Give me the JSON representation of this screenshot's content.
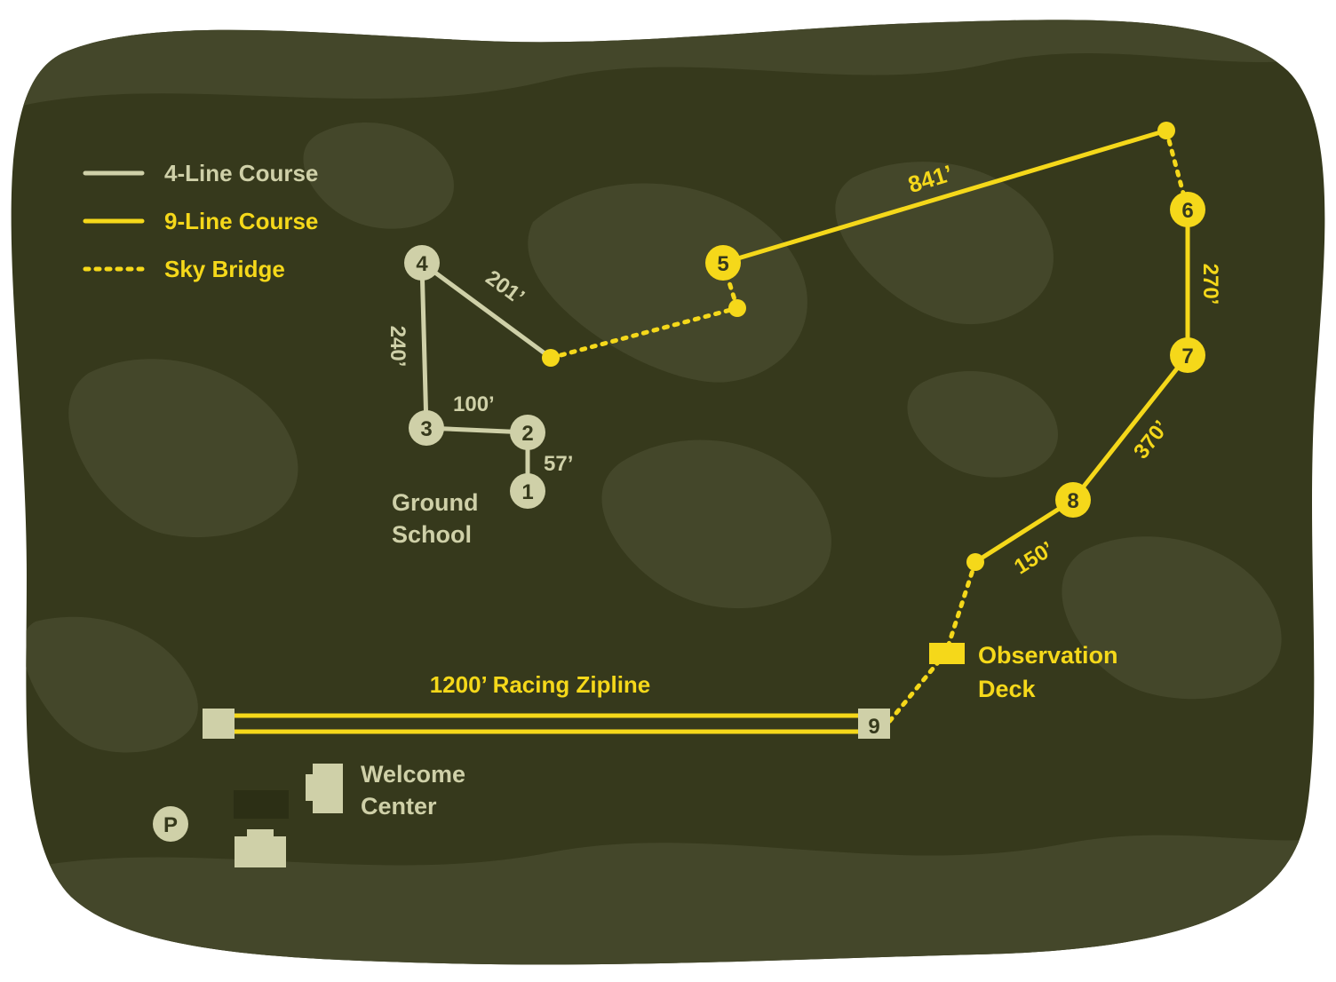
{
  "colors": {
    "background": "#36391c",
    "contour": "#44472a",
    "four_line": "#cfd0a8",
    "nine_line": "#f5d81a",
    "node_text": "#36391c"
  },
  "legend": {
    "four_line_label": "4-Line Course",
    "nine_line_label": "9-Line Course",
    "sky_bridge_label": "Sky Bridge"
  },
  "four_line": {
    "stations": [
      "1",
      "2",
      "3",
      "4"
    ],
    "segments": [
      "57’",
      "100’",
      "240’",
      "201’"
    ]
  },
  "nine_line": {
    "stations": [
      "5",
      "6",
      "7",
      "8",
      "9"
    ],
    "segments": [
      "841’",
      "270’",
      "370’",
      "150’"
    ]
  },
  "zipline_label": "1200’ Racing Zipline",
  "places": {
    "ground_school": [
      "Ground",
      "School"
    ],
    "observation_deck": [
      "Observation",
      "Deck"
    ],
    "welcome_center": [
      "Welcome",
      "Center"
    ],
    "parking_letter": "P"
  },
  "icons": {
    "parking": "parking-icon",
    "building": "building-icon",
    "platform": "platform-icon"
  }
}
